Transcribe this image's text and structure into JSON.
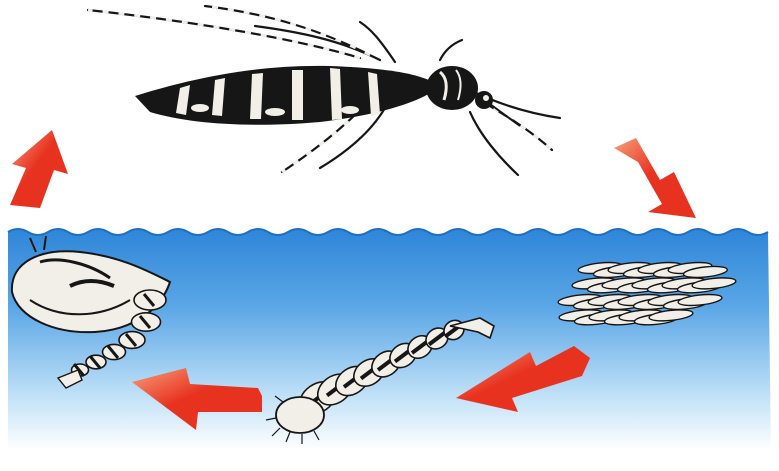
{
  "diagram": {
    "stages": [
      {
        "id": "adult",
        "name": "adult-mosquito"
      },
      {
        "id": "eggs",
        "name": "egg-raft"
      },
      {
        "id": "larva",
        "name": "larva"
      },
      {
        "id": "pupa",
        "name": "pupa"
      }
    ],
    "arrows": [
      {
        "from": "adult",
        "to": "eggs"
      },
      {
        "from": "eggs",
        "to": "larva"
      },
      {
        "from": "larva",
        "to": "pupa"
      },
      {
        "from": "pupa",
        "to": "adult"
      }
    ],
    "colors": {
      "background": "#ffffff",
      "water_top": "#2f86d8",
      "water_bottom": "#ffffff",
      "arrow": "#e83220",
      "arrow_shade": "#f6a07a",
      "insect": "#161616",
      "insect_light": "#f2efe8"
    }
  }
}
